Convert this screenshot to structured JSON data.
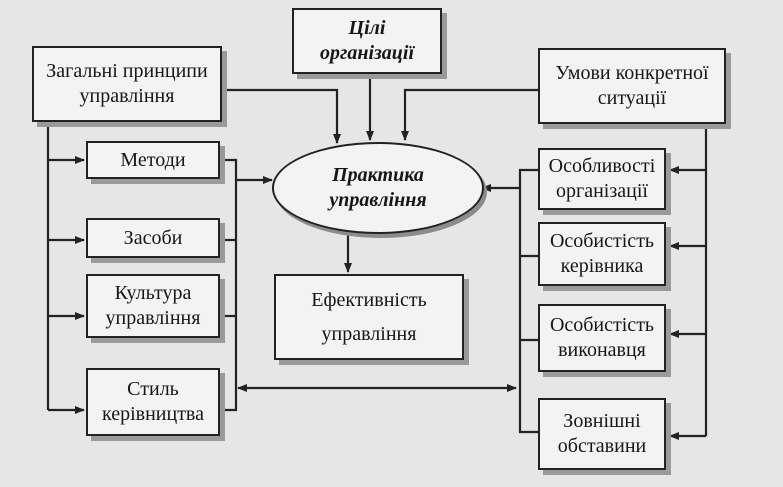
{
  "nodes": {
    "goals": "Цілі\nорганізації",
    "principles": "Загальні принципи\nуправління",
    "conditions": "Умови конкретної\nситуації",
    "practice": "Практика\nуправління",
    "methods": "Методи",
    "means": "Засоби",
    "culture": "Культура\nуправління",
    "style": "Стиль\nкерівництва",
    "efficiency": "Ефективність\nуправління",
    "org_features": "Особливості\nорганізації",
    "leader_personality": "Особистість\nкерівника",
    "executor_personality": "Особистість\nвиконавця",
    "external": "Зовнішні\nобставини"
  }
}
